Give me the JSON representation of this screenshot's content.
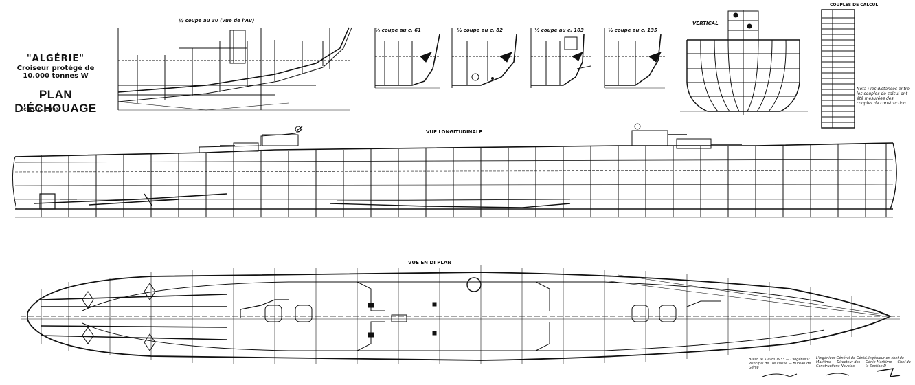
{
  "title": {
    "ship_name": "\"ALGÉRIE\"",
    "subtitle": "Croiseur protégé de 10.000 tonnes W",
    "plan_name": "PLAN D'ÉCHOUAGE",
    "scale": "ÉCHELLE : 1/100"
  },
  "sections": {
    "sec1": "½ coupe au 30 (vue de l'AV)",
    "sec2": "½ coupe au c. 61",
    "sec3": "½ coupe au c. 82",
    "sec4": "½ coupe au c. 103",
    "sec5": "½ coupe au c. 135",
    "vertical": "VERTICAL"
  },
  "views": {
    "longitudinal": "VUE LONGITUDINALE",
    "plan": "VUE EN DI PLAN"
  },
  "table": {
    "title": "COUPLES DE CALCUL"
  },
  "notes": "Nota : les distances entre les couples de calcul ont été mesurées des couples de construction",
  "signatures": {
    "left": "Brest, le 5 avril 1933 — L'Ingénieur Principal de 1re classe — Bureau de Génie",
    "middle": "L'Ingénieur Général de Génie Maritime — Directeur des Constructions Navales",
    "right": "L'Ingénieur en chef de Génie Maritime — Chef de la Section D"
  },
  "colors": {
    "ink": "#111111",
    "paper": "#ffffff"
  }
}
